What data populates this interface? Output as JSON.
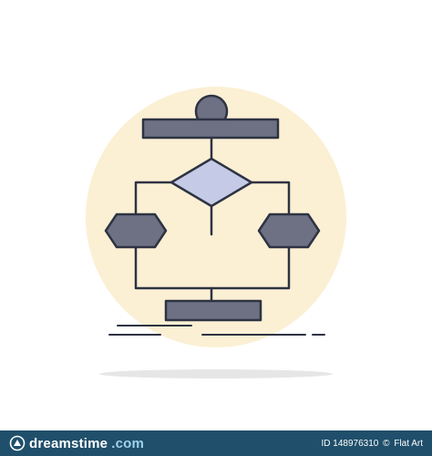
{
  "colors": {
    "background": "#ffffff",
    "circle": "#fbf0d4",
    "shape_fill": "#6e7183",
    "diamond_fill": "#c5cbe6",
    "stroke": "#2e3343",
    "shadow": "#e6e6e6",
    "footer_bg": "#1f4f6b"
  },
  "icon": {
    "name": "algorithm-flowchart-icon"
  },
  "footer": {
    "brand_name": "dreamstime",
    "brand_tld": ".com",
    "id_text": "ID 148976310",
    "separator": "©",
    "author": "Flat Art"
  }
}
